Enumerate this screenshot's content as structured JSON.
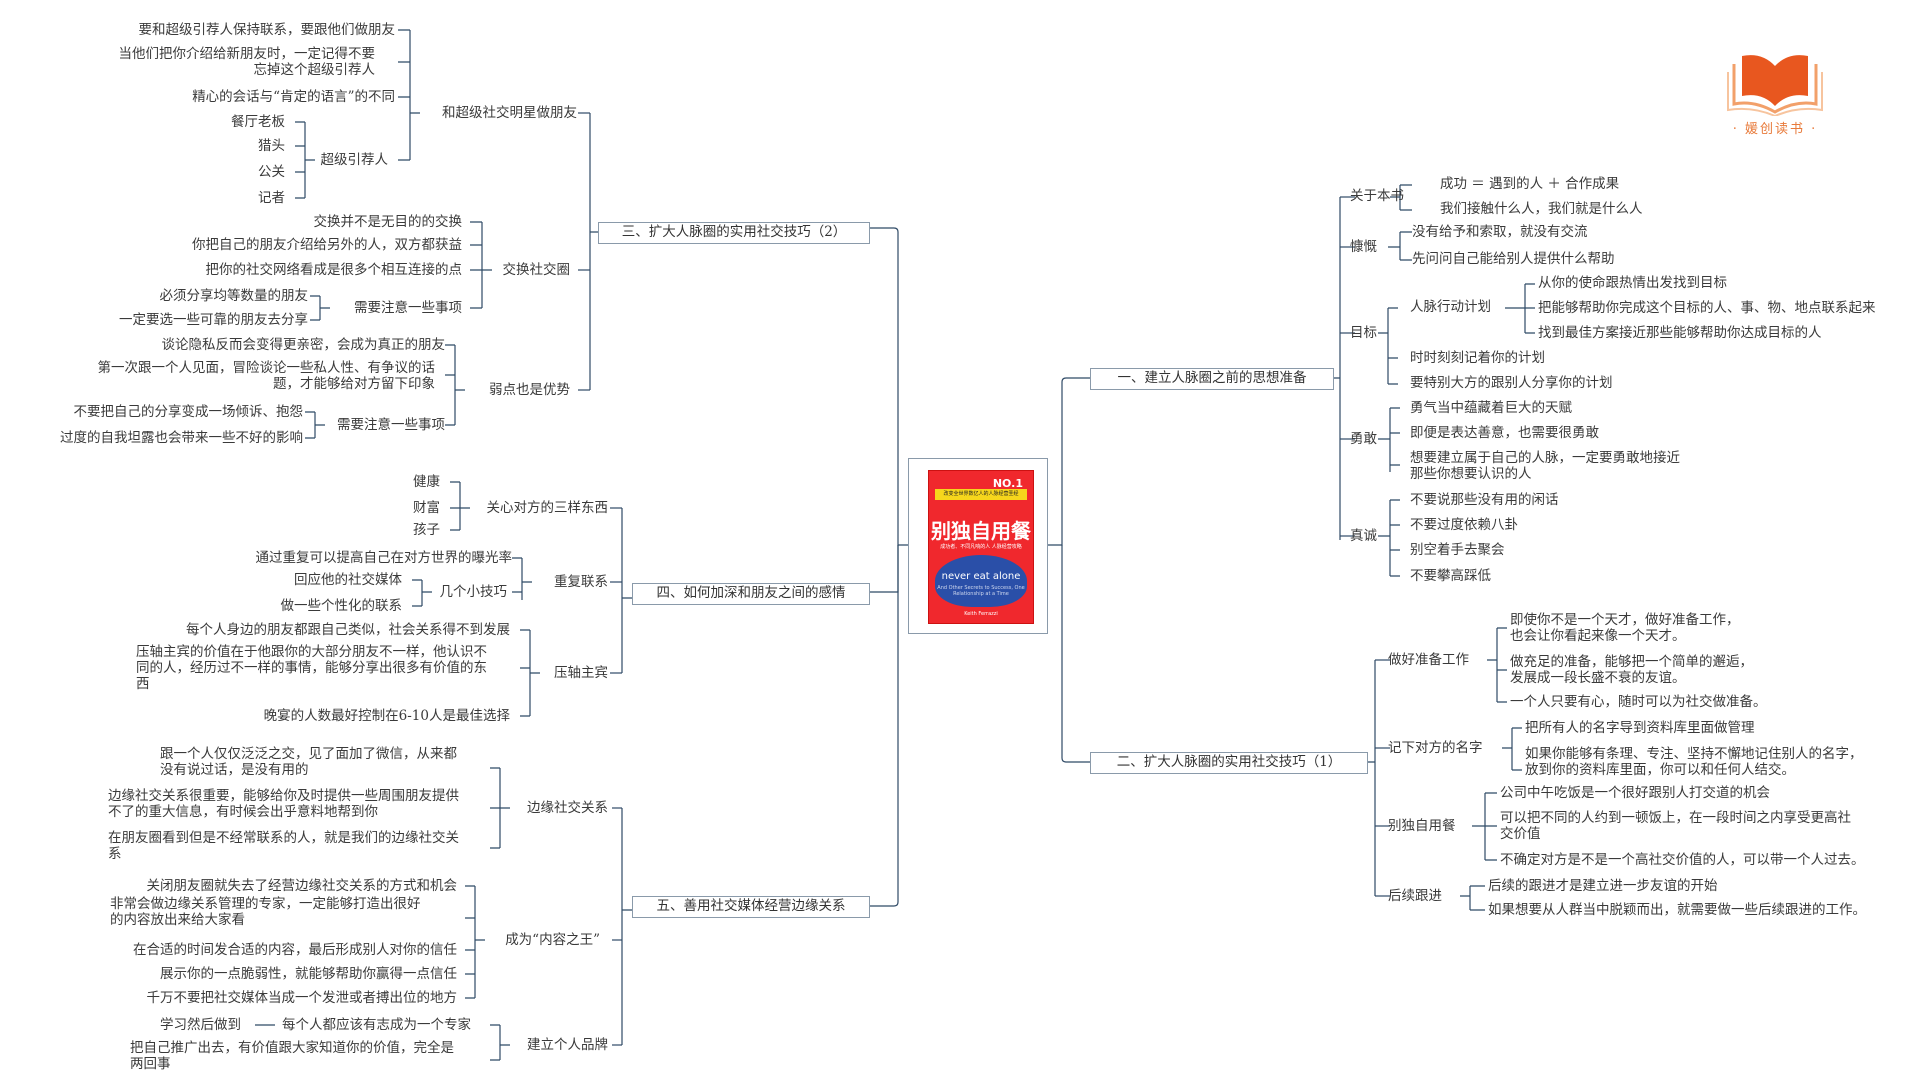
{
  "center": {
    "no1": "NO.1",
    "band": "改变全世界数亿人的人脉经营圣经",
    "title": "别独自用餐",
    "subtitle": "成功者、不同凡响的人 人脉经营攻略",
    "en_title": "never eat alone",
    "en_sub": "And Other Secrets to Success, One Relationship at a Time",
    "author": "Keith Ferrazzi"
  },
  "logo": {
    "text": "· 媛创读书 ·"
  },
  "colors": {
    "line": "#2f4a66",
    "box_border": "#8a9aaa",
    "book": "#f0282d",
    "logo": "#e8571f"
  },
  "branches": {
    "b1": {
      "label": "一、建立人脉圈之前的思想准备",
      "groups": [
        {
          "label": "关于本书",
          "items": [
            "成功 ＝ 遇到的人 ＋ 合作成果",
            "我们接触什么人，我们就是什么人"
          ]
        },
        {
          "label": "慷慨",
          "items": [
            "没有给予和索取，就没有交流",
            "先问问自己能给别人提供什么帮助"
          ]
        },
        {
          "label": "目标",
          "sub_label": "人脉行动计划",
          "sub_items": [
            "从你的使命跟热情出发找到目标",
            "把能够帮助你完成这个目标的人、事、物、地点联系起来",
            "找到最佳方案接近那些能够帮助你达成目标的人"
          ],
          "items": [
            "时时刻刻记着你的计划",
            "要特别大方的跟别人分享你的计划"
          ]
        },
        {
          "label": "勇敢",
          "items": [
            "勇气当中蕴藏着巨大的天赋",
            "即便是表达善意，也需要很勇敢",
            "想要建立属于自己的人脉，一定要勇敢地接近\n那些你想要认识的人"
          ]
        },
        {
          "label": "真诚",
          "items": [
            "不要说那些没有用的闲话",
            "不要过度依赖八卦",
            "别空着手去聚会",
            "不要攀高踩低"
          ]
        }
      ]
    },
    "b2": {
      "label": "二、扩大人脉圈的实用社交技巧（1）",
      "groups": [
        {
          "label": "做好准备工作",
          "items": [
            "即使你不是一个天才，做好准备工作，\n也会让你看起来像一个天才。",
            "做充足的准备，能够把一个简单的邂逅，\n发展成一段长盛不衰的友谊。",
            "一个人只要有心，随时可以为社交做准备。"
          ]
        },
        {
          "label": "记下对方的名字",
          "items": [
            "把所有人的名字导到资料库里面做管理",
            "如果你能够有条理、专注、坚持不懈地记住别人的名字，\n放到你的资料库里面，你可以和任何人结交。"
          ]
        },
        {
          "label": "别独自用餐",
          "items": [
            "公司中午吃饭是一个很好跟别人打交道的机会",
            "可以把不同的人约到一顿饭上，在一段时间之内享受更高社\n交价值",
            "不确定对方是不是一个高社交价值的人，可以带一个人过去。"
          ]
        },
        {
          "label": "后续跟进",
          "items": [
            "后续的跟进才是建立进一步友谊的开始",
            "如果想要从人群当中脱颖而出，就需要做一些后续跟进的工作。"
          ]
        }
      ]
    },
    "b3": {
      "label": "三、扩大人脉圈的实用社交技巧（2）",
      "groups": [
        {
          "label": "和超级社交明星做朋友",
          "items": [
            "要和超级引荐人保持联系，要跟他们做朋友",
            "当他们把你介绍给新朋友时，一定记得不要\n忘掉这个超级引荐人",
            "精心的会话与“肯定的语言”的不同"
          ],
          "sub_label": "超级引荐人",
          "sub_items": [
            "餐厅老板",
            "猎头",
            "公关",
            "记者"
          ]
        },
        {
          "label": "交换社交圈",
          "items": [
            "交换并不是无目的的交换",
            "你把自己的朋友介绍给另外的人，双方都获益",
            "把你的社交网络看成是很多个相互连接的点"
          ],
          "sub_label": "需要注意一些事项",
          "sub_items": [
            "必须分享均等数量的朋友",
            "一定要选一些可靠的朋友去分享"
          ]
        },
        {
          "label": "弱点也是优势",
          "items": [
            "谈论隐私反而会变得更亲密，会成为真正的朋友",
            "第一次跟一个人见面，冒险谈论一些私人性、有争议的话\n题，才能够给对方留下印象"
          ],
          "sub_label": "需要注意一些事项",
          "sub_items": [
            "不要把自己的分享变成一场倾诉、抱怨",
            "过度的自我坦露也会带来一些不好的影响"
          ]
        }
      ]
    },
    "b4": {
      "label": "四、如何加深和朋友之间的感情",
      "groups": [
        {
          "label": "关心对方的三样东西",
          "items": [
            "健康",
            "财富",
            "孩子"
          ]
        },
        {
          "label": "重复联系",
          "items": [
            "通过重复可以提高自己在对方世界的曝光率"
          ],
          "sub_label": "几个小技巧",
          "sub_items": [
            "回应他的社交媒体",
            "做一些个性化的联系"
          ]
        },
        {
          "label": "压轴主宾",
          "items": [
            "每个人身边的朋友都跟自己类似，社会关系得不到发展",
            "压轴主宾的价值在于他跟你的大部分朋友不一样，他认识不\n同的人，经历过不一样的事情，能够分享出很多有价值的东\n西",
            "晚宴的人数最好控制在6-10人是最佳选择"
          ]
        }
      ]
    },
    "b5": {
      "label": "五、善用社交媒体经营边缘关系",
      "groups": [
        {
          "label": "边缘社交关系",
          "items": [
            "跟一个人仅仅泛泛之交，见了面加了微信，从来都\n没有说过话，是没有用的",
            "边缘社交关系很重要，能够给你及时提供一些周围朋友提供\n不了的重大信息，有时候会出乎意料地帮到你",
            "在朋友圈看到但是不经常联系的人，就是我们的边缘社交关\n系"
          ]
        },
        {
          "label": "成为“内容之王”",
          "items": [
            "关闭朋友圈就失去了经营边缘社交关系的方式和机会",
            "非常会做边缘关系管理的专家，一定能够打造出很好\n的内容放出来给大家看",
            "在合适的时间发合适的内容，最后形成别人对你的信任",
            "展示你的一点脆弱性，就能够帮助你赢得一点信任",
            "千万不要把社交媒体当成一个发泄或者搏出位的地方"
          ]
        },
        {
          "label": "建立个人品牌",
          "items": [
            "每个人都应该有志成为一个专家",
            "把自己推广出去，有价值跟大家知道你的价值，完全是\n两回事"
          ],
          "pre_label": "学习然后做到"
        }
      ]
    }
  }
}
